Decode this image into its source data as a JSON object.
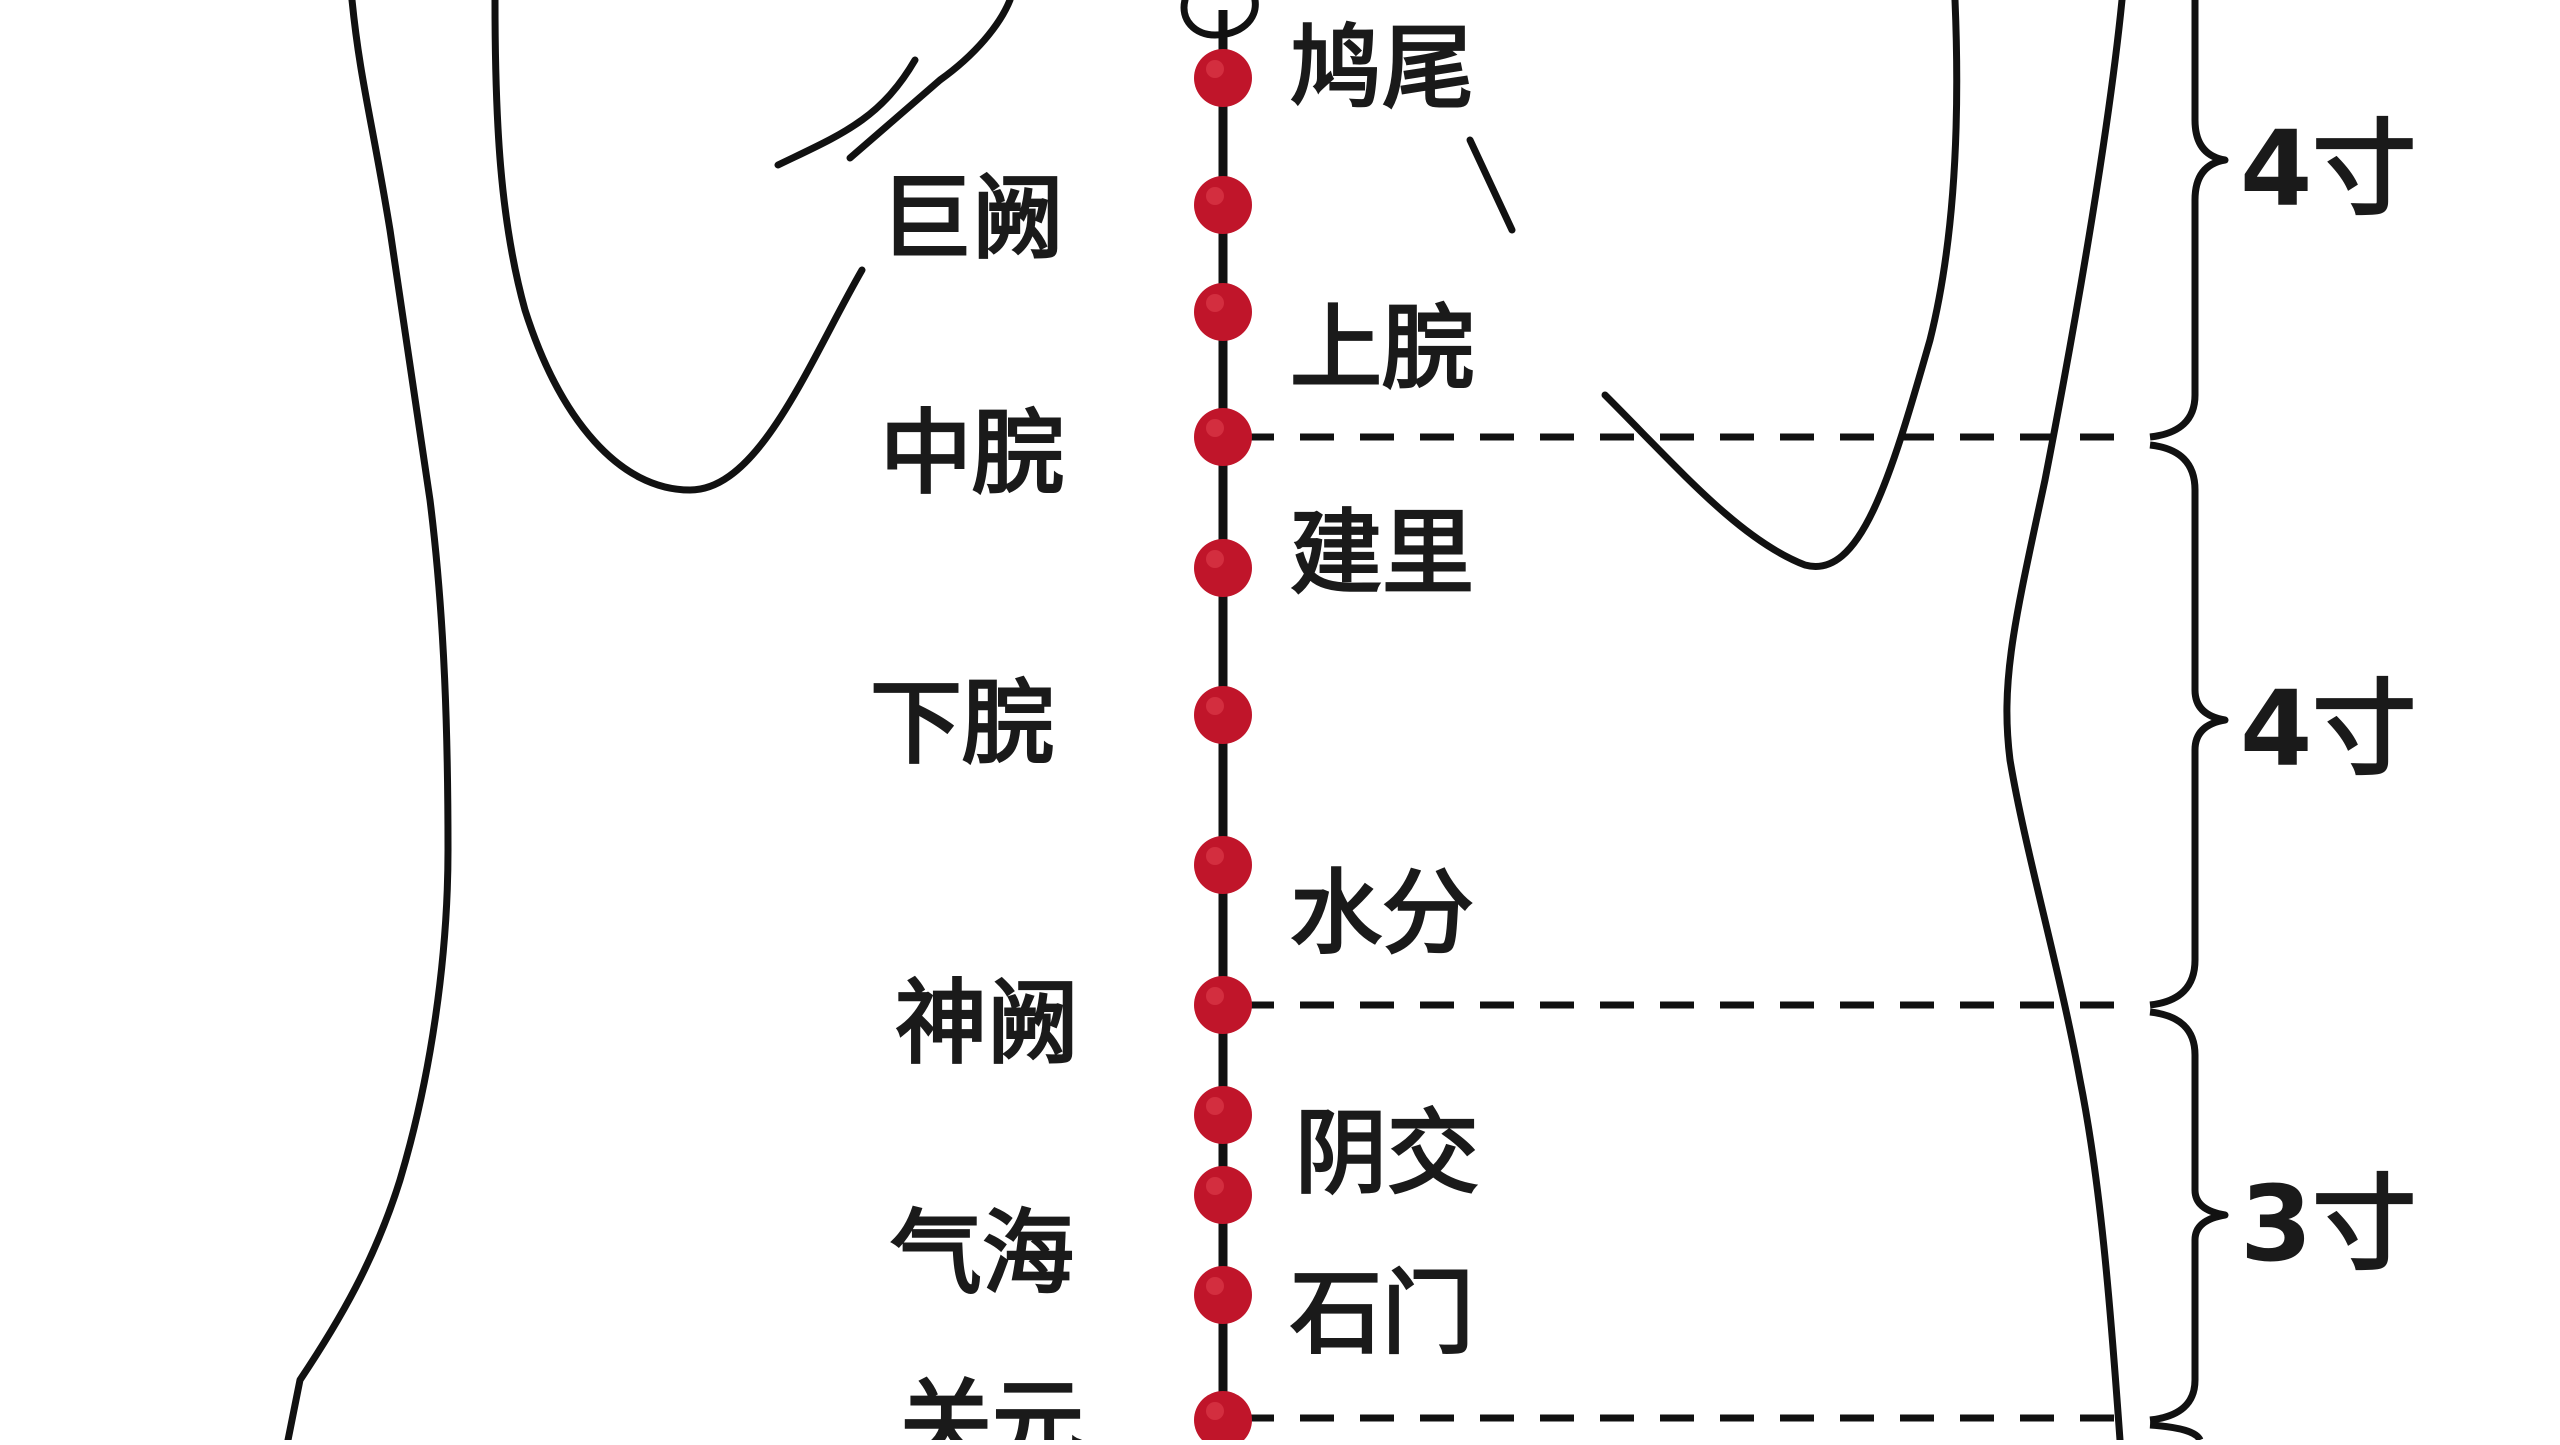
{
  "diagram": {
    "colors": {
      "point": "#c0152a",
      "point_highlight": "#e0404f",
      "line": "#111111",
      "background": "#ffffff"
    },
    "points": [
      {
        "name": "鸠尾"
      },
      {
        "name": "巨阙"
      },
      {
        "name": "上脘"
      },
      {
        "name": "中脘"
      },
      {
        "name": "建里"
      },
      {
        "name": "下脘"
      },
      {
        "name": "水分"
      },
      {
        "name": "神阙"
      },
      {
        "name": "阴交"
      },
      {
        "name": "气海"
      },
      {
        "name": "石门"
      },
      {
        "name": "关元"
      }
    ],
    "measurements": [
      {
        "text": "4寸",
        "value": 4
      },
      {
        "text": "4寸",
        "value": 4
      },
      {
        "text": "3寸",
        "value": 3
      }
    ]
  }
}
